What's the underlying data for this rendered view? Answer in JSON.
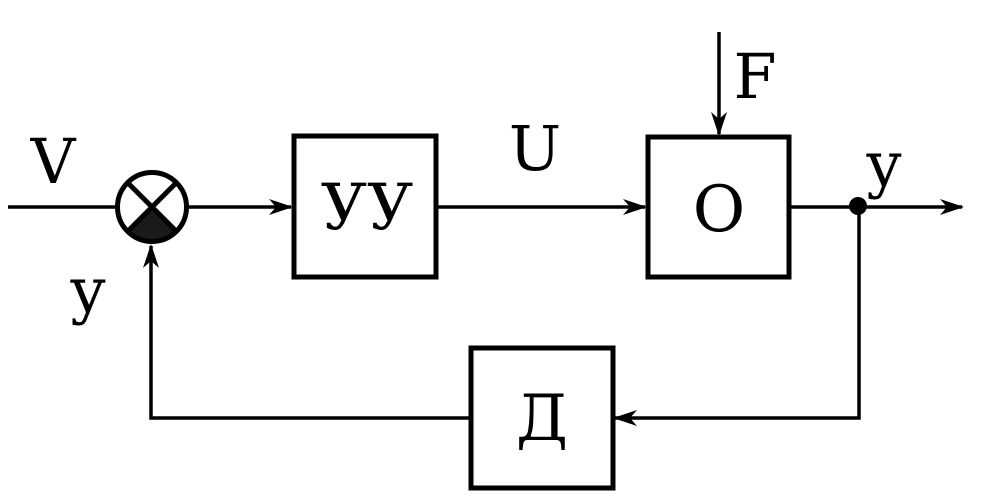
{
  "diagram": {
    "blocks": {
      "controller": "УУ",
      "object": "О",
      "sensor": "Д"
    },
    "signals": {
      "reference": "V",
      "control": "U",
      "disturbance": "F",
      "output": "y",
      "feedback": "y"
    }
  }
}
